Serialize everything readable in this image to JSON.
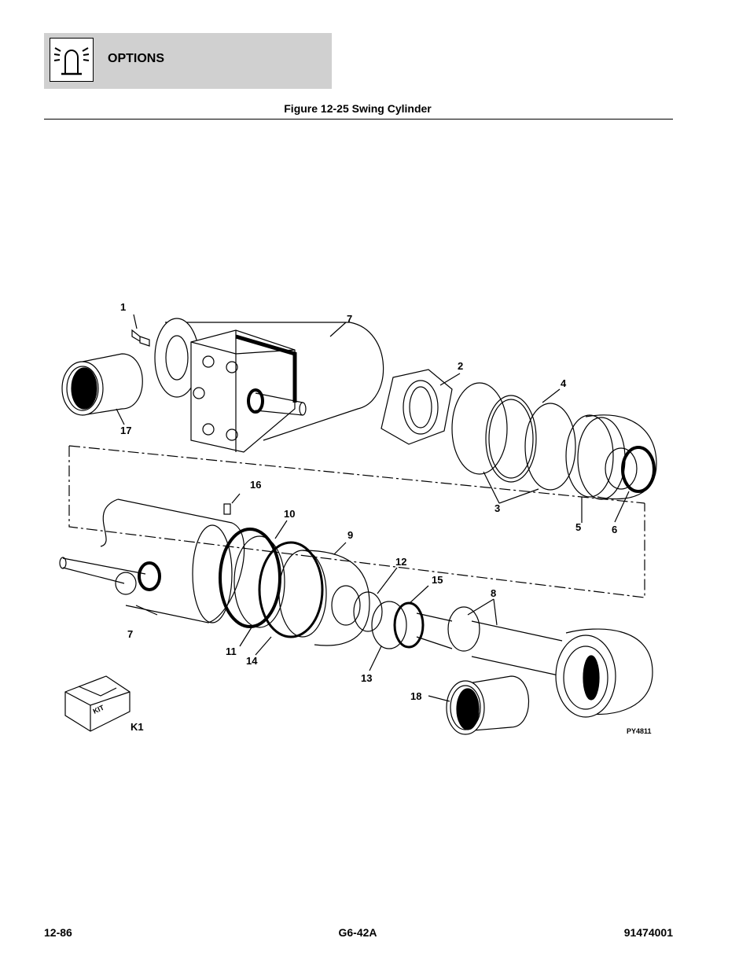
{
  "header": {
    "section_title": "OPTIONS",
    "icon": "beacon-light-icon"
  },
  "figure": {
    "title": "Figure 12-25 Swing Cylinder",
    "drawing_code": "PY4811",
    "kit_text": "KIT",
    "callouts": {
      "c1": "1",
      "c2": "2",
      "c3": "3",
      "c4": "4",
      "c5": "5",
      "c6": "6",
      "c7a": "7",
      "c7b": "7",
      "c8": "8",
      "c9": "9",
      "c10": "10",
      "c11": "11",
      "c12": "12",
      "c13": "13",
      "c14": "14",
      "c15": "15",
      "c16": "16",
      "c17": "17",
      "c18": "18",
      "k1": "K1"
    }
  },
  "footer": {
    "page_number": "12-86",
    "model": "G6-42A",
    "part_number": "91474001"
  }
}
